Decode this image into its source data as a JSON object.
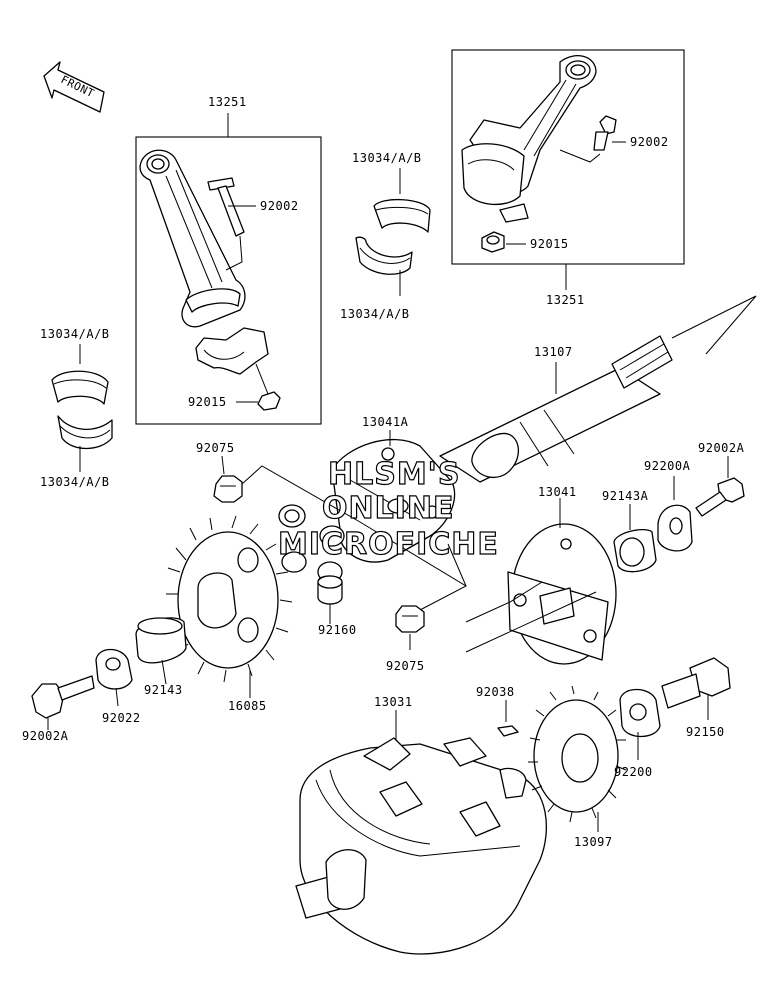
{
  "front_label": "FRONT",
  "watermark": {
    "line1": "HLSM'S",
    "line2": "ONLINE",
    "line3": "MICROFICHE"
  },
  "labels": {
    "p13251_left": "13251",
    "p92002_left": "92002",
    "p92015_left": "92015",
    "p13034_top": "13034/A/B",
    "p13034_mid": "13034/A/B",
    "p13034_l1": "13034/A/B",
    "p13034_l2": "13034/A/B",
    "p92002_right": "92002",
    "p92015_right": "92015",
    "p13251_right": "13251",
    "p13107": "13107",
    "p13041A": "13041A",
    "p92075_top": "92075",
    "p92075_bot": "92075",
    "p92002A_right": "92002A",
    "p92200A": "92200A",
    "p92143A": "92143A",
    "p13041": "13041",
    "p92160": "92160",
    "p16085": "16085",
    "p92143": "92143",
    "p92022": "92022",
    "p92002A_left": "92002A",
    "p13031": "13031",
    "p92038": "92038",
    "p92150": "92150",
    "p92200": "92200",
    "p13097": "13097"
  }
}
